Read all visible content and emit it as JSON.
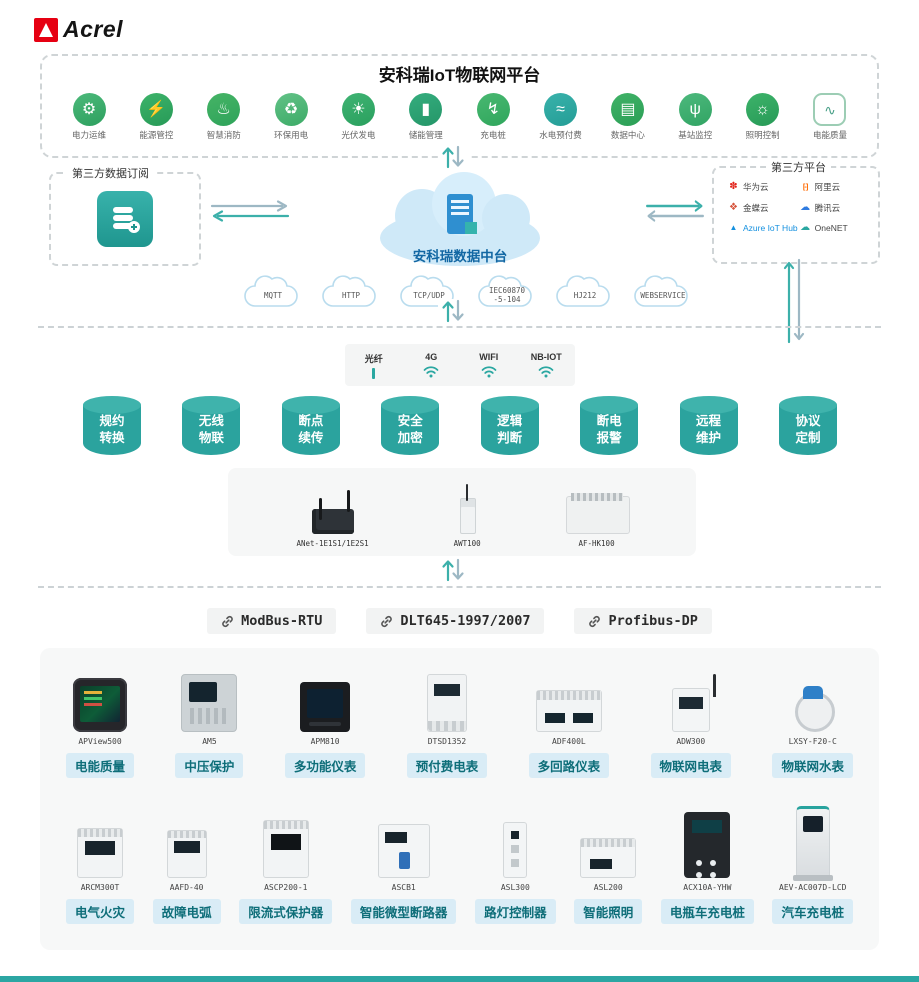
{
  "brand": {
    "name": "Acrel"
  },
  "platform": {
    "title": "安科瑞IoT物联网平台",
    "apps": [
      {
        "name": "power-operation",
        "label": "电力运维",
        "glyph": "⚙"
      },
      {
        "name": "energy-management",
        "label": "能源管控",
        "glyph": "⚡"
      },
      {
        "name": "smart-fire",
        "label": "智慧消防",
        "glyph": "♨"
      },
      {
        "name": "eco-power",
        "label": "环保用电",
        "glyph": "♻"
      },
      {
        "name": "solar-power",
        "label": "光伏发电",
        "glyph": "☀"
      },
      {
        "name": "energy-storage",
        "label": "储能管理",
        "glyph": "▮"
      },
      {
        "name": "ev-charging",
        "label": "充电桩",
        "glyph": "↯"
      },
      {
        "name": "prepaid-utility",
        "label": "水电预付费",
        "glyph": "≈"
      },
      {
        "name": "data-center",
        "label": "数据中心",
        "glyph": "▤"
      },
      {
        "name": "base-station",
        "label": "基站监控",
        "glyph": "ψ"
      },
      {
        "name": "lighting-control",
        "label": "照明控制",
        "glyph": "☼"
      },
      {
        "name": "power-quality",
        "label": "电能质量",
        "glyph": "∿"
      }
    ]
  },
  "subscription": {
    "title": "第三方数据订阅"
  },
  "data_center": {
    "label": "安科瑞数据中台"
  },
  "third_party": {
    "title": "第三方平台",
    "platforms": [
      {
        "name": "huawei-cloud",
        "label": "华为云"
      },
      {
        "name": "alibaba-cloud",
        "label": "阿里云"
      },
      {
        "name": "kingdee-cloud",
        "label": "金蝶云"
      },
      {
        "name": "tencent-cloud",
        "label": "腾讯云"
      },
      {
        "name": "azure-iot-hub",
        "label": "Azure IoT Hub"
      },
      {
        "name": "onenet",
        "label": "OneNET"
      }
    ]
  },
  "protocol_clouds": [
    {
      "label": "MQTT"
    },
    {
      "label": "HTTP"
    },
    {
      "label": "TCP/UDP"
    },
    {
      "label": "IEC60870\n-5-104"
    },
    {
      "label": "HJ212"
    },
    {
      "label": "WEBSERVICE"
    }
  ],
  "comm": {
    "items": [
      {
        "label": "光纤"
      },
      {
        "label": "4G"
      },
      {
        "label": "WIFI"
      },
      {
        "label": "NB-IOT"
      }
    ]
  },
  "capabilities": [
    {
      "label": "规约\n转换"
    },
    {
      "label": "无线\n物联"
    },
    {
      "label": "断点\n续传"
    },
    {
      "label": "安全\n加密"
    },
    {
      "label": "逻辑\n判断"
    },
    {
      "label": "断电\n报警"
    },
    {
      "label": "远程\n维护"
    },
    {
      "label": "协议\n定制"
    }
  ],
  "gateways": [
    {
      "model": "ANet-1E1S1/1E2S1"
    },
    {
      "model": "AWT100"
    },
    {
      "model": "AF-HK100"
    }
  ],
  "bus_protocols": [
    {
      "label": "ModBus-RTU"
    },
    {
      "label": "DLT645-1997/2007"
    },
    {
      "label": "Profibus-DP"
    }
  ],
  "products": {
    "row1": [
      {
        "model": "APView500",
        "label": "电能质量"
      },
      {
        "model": "AM5",
        "label": "中压保护"
      },
      {
        "model": "APM810",
        "label": "多功能仪表"
      },
      {
        "model": "DTSD1352",
        "label": "预付费电表"
      },
      {
        "model": "ADF400L",
        "label": "多回路仪表"
      },
      {
        "model": "ADW300",
        "label": "物联网电表"
      },
      {
        "model": "LXSY-F20-C",
        "label": "物联网水表"
      }
    ],
    "row2": [
      {
        "model": "ARCM300T",
        "label": "电气火灾"
      },
      {
        "model": "AAFD-40",
        "label": "故障电弧"
      },
      {
        "model": "ASCP200-1",
        "label": "限流式保护器"
      },
      {
        "model": "ASCB1",
        "label": "智能微型断路器"
      },
      {
        "model": "ASL300",
        "label": "路灯控制器"
      },
      {
        "model": "ASL200",
        "label": "智能照明"
      },
      {
        "model": "ACX10A-YHW",
        "label": "电瓶车充电桩"
      },
      {
        "model": "AEV-AC007D-LCD",
        "label": "汽车充电桩"
      }
    ]
  },
  "colors": {
    "accent_teal": "#2aa7a1",
    "brand_red": "#e60012",
    "label_bg": "#d9ecf6",
    "label_text": "#0e6e79"
  }
}
